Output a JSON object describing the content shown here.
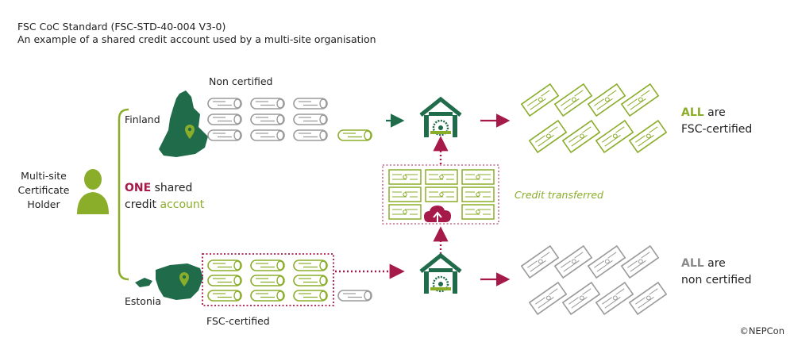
{
  "header": {
    "title": "FSC CoC Standard (FSC-STD-40-004 V3-0)",
    "subtitle": "An example of a shared credit account used by a multi-site organisation"
  },
  "holder": {
    "line1": "Multi-site",
    "line2": "Certificate",
    "line3": "Holder"
  },
  "shared_account": {
    "one": "ONE",
    "shared": " shared",
    "credit": "credit ",
    "account": "account"
  },
  "sites": {
    "finland": "Finland",
    "estonia": "Estonia"
  },
  "labels": {
    "non_certified": "Non certified",
    "fsc_certified": "FSC-certified",
    "credit_transferred": "Credit transferred"
  },
  "outputs": {
    "top_all": "ALL",
    "top_are": " are",
    "top_line2": "FSC-certified",
    "bottom_all": "ALL",
    "bottom_are": " are",
    "bottom_line2": "non certified"
  },
  "copyright": "©NEPCon",
  "colors": {
    "green_dark": "#1f6b4a",
    "green_light": "#8aad2a",
    "red": "#a61a4a",
    "gray": "#9a9a9a"
  }
}
